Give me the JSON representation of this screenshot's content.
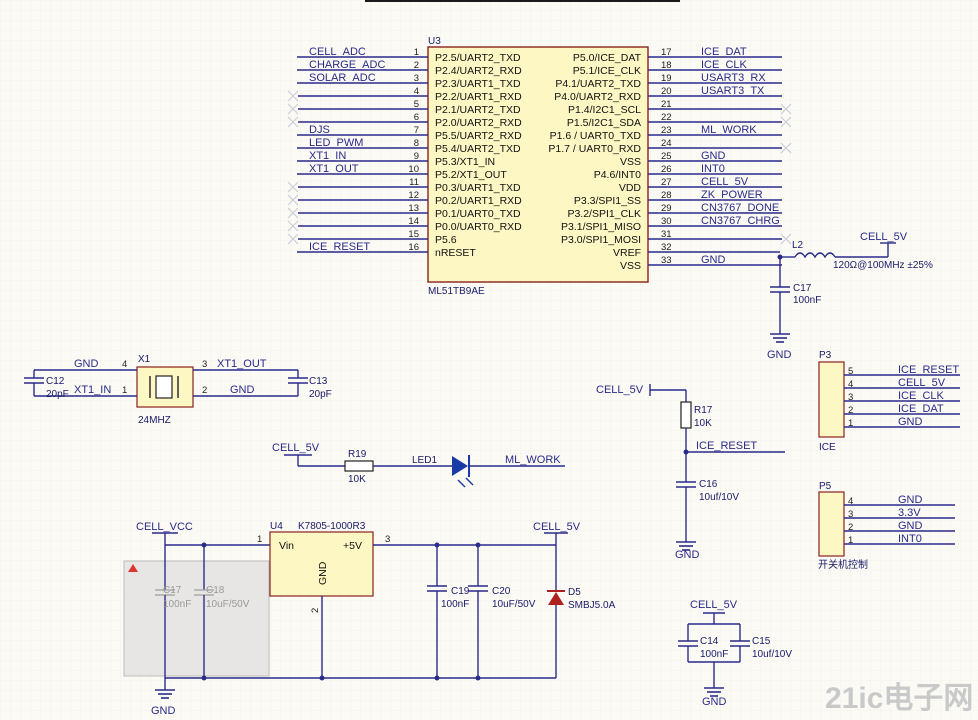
{
  "mcu": {
    "designator": "U3",
    "part": "ML51TB9AE",
    "left_pins": [
      {
        "num": "1",
        "name": "P2.5/UART2_TXD",
        "net": "CELL_ADC"
      },
      {
        "num": "2",
        "name": "P2.4/UART2_RXD",
        "net": "CHARGE_ADC"
      },
      {
        "num": "3",
        "name": "P2.3/UART1_TXD",
        "net": "SOLAR_ADC"
      },
      {
        "num": "4",
        "name": "P2.2/UART1_RXD",
        "net": ""
      },
      {
        "num": "5",
        "name": "P2.1/UART2_TXD",
        "net": ""
      },
      {
        "num": "6",
        "name": "P2.0/UART2_RXD",
        "net": ""
      },
      {
        "num": "7",
        "name": "P5.5/UART2_RXD",
        "net": "DJS"
      },
      {
        "num": "8",
        "name": "P5.4/UART2_TXD",
        "net": "LED_PWM"
      },
      {
        "num": "9",
        "name": "P5.3/XT1_IN",
        "net": "XT1_IN"
      },
      {
        "num": "10",
        "name": "P5.2/XT1_OUT",
        "net": "XT1_OUT"
      },
      {
        "num": "11",
        "name": "P0.3/UART1_TXD",
        "net": ""
      },
      {
        "num": "12",
        "name": "P0.2/UART1_RXD",
        "net": ""
      },
      {
        "num": "13",
        "name": "P0.1/UART0_TXD",
        "net": ""
      },
      {
        "num": "14",
        "name": "P0.0/UART0_RXD",
        "net": ""
      },
      {
        "num": "15",
        "name": "P5.6",
        "net": ""
      },
      {
        "num": "16",
        "name": "nRESET",
        "net": "ICE_RESET"
      }
    ],
    "right_pins": [
      {
        "num": "17",
        "name": "P5.0/ICE_DAT",
        "net": "ICE_DAT"
      },
      {
        "num": "18",
        "name": "P5.1/ICE_CLK",
        "net": "ICE_CLK"
      },
      {
        "num": "19",
        "name": "P4.1/UART2_TXD",
        "net": "USART3_RX"
      },
      {
        "num": "20",
        "name": "P4.0/UART2_RXD",
        "net": "USART3_TX"
      },
      {
        "num": "21",
        "name": "P1.4/I2C1_SCL",
        "net": ""
      },
      {
        "num": "22",
        "name": "P1.5/I2C1_SDA",
        "net": ""
      },
      {
        "num": "23",
        "name": "P1.6 / UART0_TXD",
        "net": "ML_WORK"
      },
      {
        "num": "24",
        "name": "P1.7 / UART0_RXD",
        "net": ""
      },
      {
        "num": "25",
        "name": "VSS",
        "net": "GND"
      },
      {
        "num": "26",
        "name": "P4.6/INT0",
        "net": "INT0"
      },
      {
        "num": "27",
        "name": "VDD",
        "net": "CELL_5V"
      },
      {
        "num": "28",
        "name": "P3.3/SPI1_SS",
        "net": "ZK_POWER"
      },
      {
        "num": "29",
        "name": "P3.2/SPI1_CLK",
        "net": "CN3767_DONE"
      },
      {
        "num": "30",
        "name": "P3.1/SPI1_MISO",
        "net": "CN3767_CHRG"
      },
      {
        "num": "31",
        "name": "P3.0/SPI1_MOSI",
        "net": ""
      },
      {
        "num": "32",
        "name": "VREF",
        "net": ""
      },
      {
        "num": "33",
        "name": "VSS",
        "net": "GND"
      }
    ]
  },
  "vref": {
    "inductor_des": "L2",
    "inductor_val": "120Ω@100MHz ±25%",
    "net": "CELL_5V",
    "cap_des": "C17",
    "cap_val": "100nF",
    "gnd": "GND"
  },
  "crystal": {
    "des": "X1",
    "val": "24MHZ",
    "pin4": "4",
    "pin3": "3",
    "pin1": "1",
    "pin2": "2",
    "net_gnd_top": "GND",
    "net_xt1_out": "XT1_OUT",
    "net_xt1_in": "XT1_IN",
    "net_gnd_bottom": "GND",
    "c12_des": "C12",
    "c12_val": "20pF",
    "c13_des": "C13",
    "c13_val": "20pF"
  },
  "led": {
    "net_vcc": "CELL_5V",
    "r_des": "R19",
    "r_val": "10K",
    "led_des": "LED1",
    "net_out": "ML_WORK"
  },
  "reset": {
    "net_vcc": "CELL_5V",
    "r_des": "R17",
    "r_val": "10K",
    "net": "ICE_RESET",
    "c_des": "C16",
    "c_val": "10uf/10V",
    "gnd": "GND"
  },
  "ice": {
    "des": "P3",
    "label": "ICE",
    "pins": [
      {
        "num": "5",
        "net": "ICE_RESET"
      },
      {
        "num": "4",
        "net": "CELL_5V"
      },
      {
        "num": "3",
        "net": "ICE_CLK"
      },
      {
        "num": "2",
        "net": "ICE_DAT"
      },
      {
        "num": "1",
        "net": "GND"
      }
    ]
  },
  "switch_conn": {
    "des": "P5",
    "label": "开关机控制",
    "pins": [
      {
        "num": "4",
        "net": "GND"
      },
      {
        "num": "3",
        "net": "3.3V"
      },
      {
        "num": "2",
        "net": "GND"
      },
      {
        "num": "1",
        "net": "INT0"
      }
    ]
  },
  "regulator": {
    "des": "U4",
    "part": "K7805-1000R3",
    "vin": "Vin",
    "vout": "+5V",
    "gnd_pin": "GND",
    "pin1": "1",
    "pin2": "2",
    "pin3": "3",
    "net_in": "CELL_VCC",
    "net_out": "CELL_5V",
    "c_in1_des": "C17",
    "c_in1_val": "100nF",
    "c_in2_des": "C18",
    "c_in2_val": "10uF/50V",
    "c_out1_des": "C19",
    "c_out1_val": "100nF",
    "c_out2_des": "C20",
    "c_out2_val": "10uF/50V",
    "tvs_des": "D5",
    "tvs_val": "SMBJ5.0A",
    "gnd": "GND"
  },
  "decoupling": {
    "net": "CELL_5V",
    "c14_des": "C14",
    "c14_val": "100nF",
    "c15_des": "C15",
    "c15_val": "10uf/10V",
    "gnd": "GND"
  },
  "watermark": "21ic电子网"
}
